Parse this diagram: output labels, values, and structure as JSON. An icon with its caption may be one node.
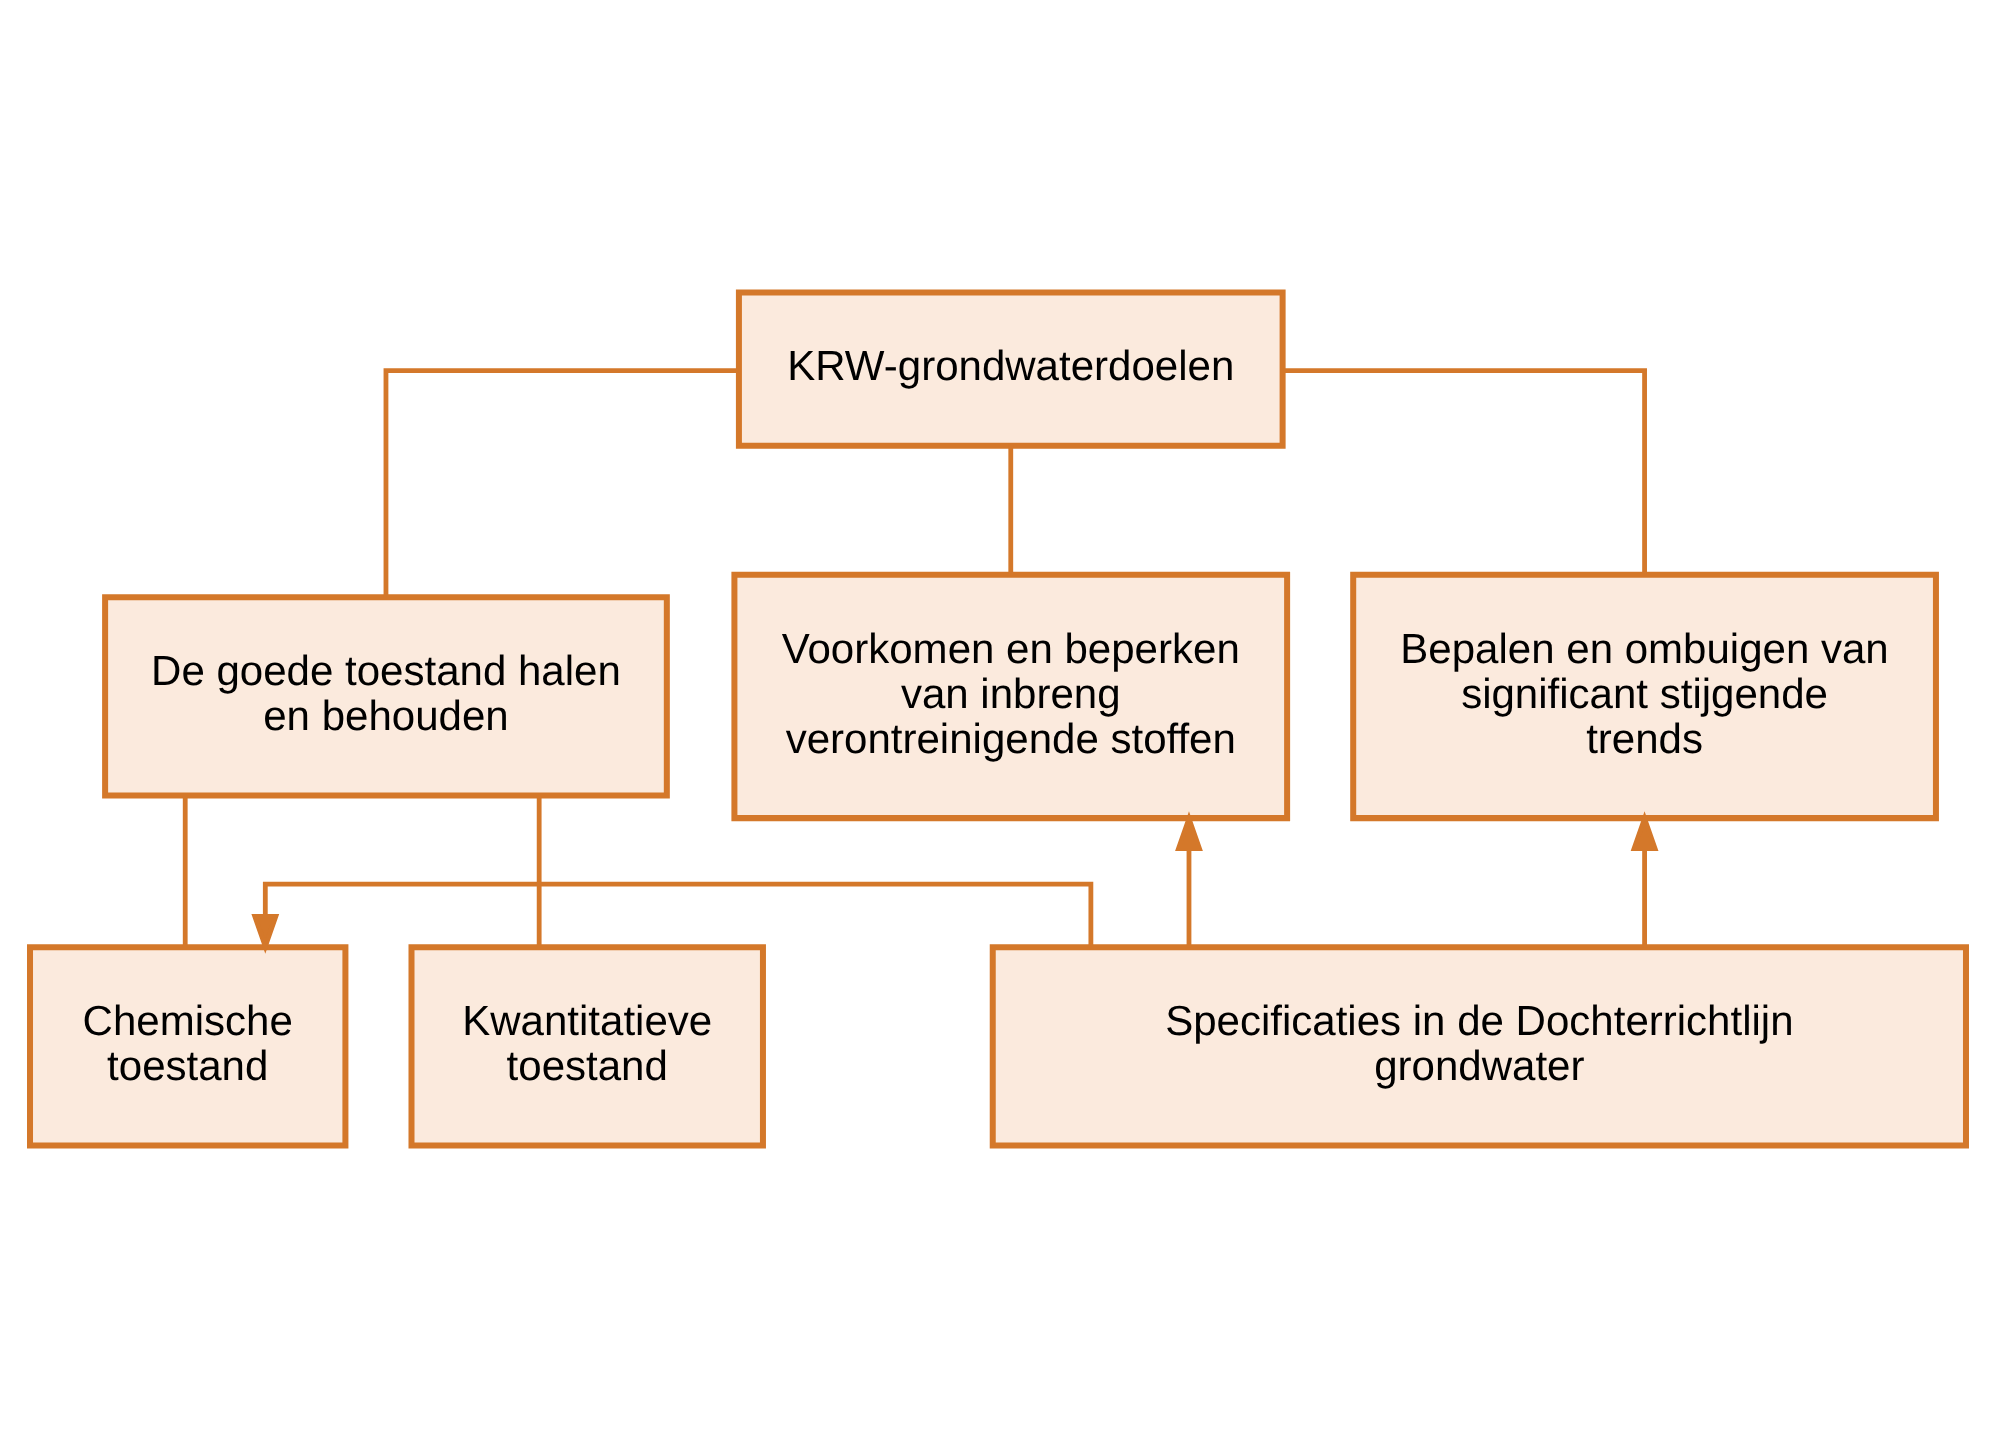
{
  "diagram": {
    "nodes": [
      {
        "text": [
          "KRW-grondwaterdoelen"
        ]
      },
      {
        "text": [
          "De goede toestand halen en behouden"
        ]
      },
      {
        "text": [
          "Voorkomen en beperken van inbreng verontreinigende stoffen"
        ]
      },
      {
        "text": [
          "Bepalen en ombuigen van significant stijgende trends"
        ]
      },
      {
        "text": [
          "Chemische toestand"
        ]
      },
      {
        "text": [
          "Kwantitatieve toestand"
        ]
      },
      {
        "text": [
          "Specificaties in de Dochterrichtlijn grondwater"
        ]
      }
    ],
    "edges": [
      {
        "from": 0,
        "to": 1,
        "arrow": "none"
      },
      {
        "from": 0,
        "to": 2,
        "arrow": "none"
      },
      {
        "from": 0,
        "to": 3,
        "arrow": "none"
      },
      {
        "from": 1,
        "to": 4,
        "arrow": "none"
      },
      {
        "from": 1,
        "to": 5,
        "arrow": "none"
      },
      {
        "from": 6,
        "to": 4,
        "arrow": "to"
      },
      {
        "from": 6,
        "to": 2,
        "arrow": "to"
      },
      {
        "from": 6,
        "to": 3,
        "arrow": "to"
      }
    ]
  }
}
